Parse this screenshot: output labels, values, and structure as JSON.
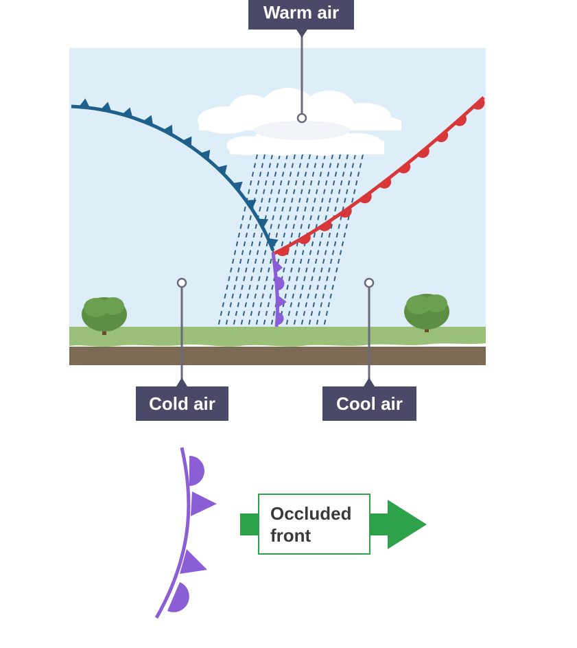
{
  "labels": {
    "warm_air": "Warm air",
    "cold_air": "Cold air",
    "cool_air": "Cool air",
    "occluded_front": "Occluded front"
  },
  "colors": {
    "sky": "#ddeef8",
    "grass": "#9bc07a",
    "soil": "#7d6a55",
    "cold_front": "#1e5f8c",
    "warm_front": "#d8373a",
    "occluded_front": "#8c5ed6",
    "rain": "#2f5e85",
    "label_box": "#4a4968",
    "arrow": "#2ea14b",
    "tree": "#5c8f44",
    "trunk": "#6e4a2e"
  }
}
